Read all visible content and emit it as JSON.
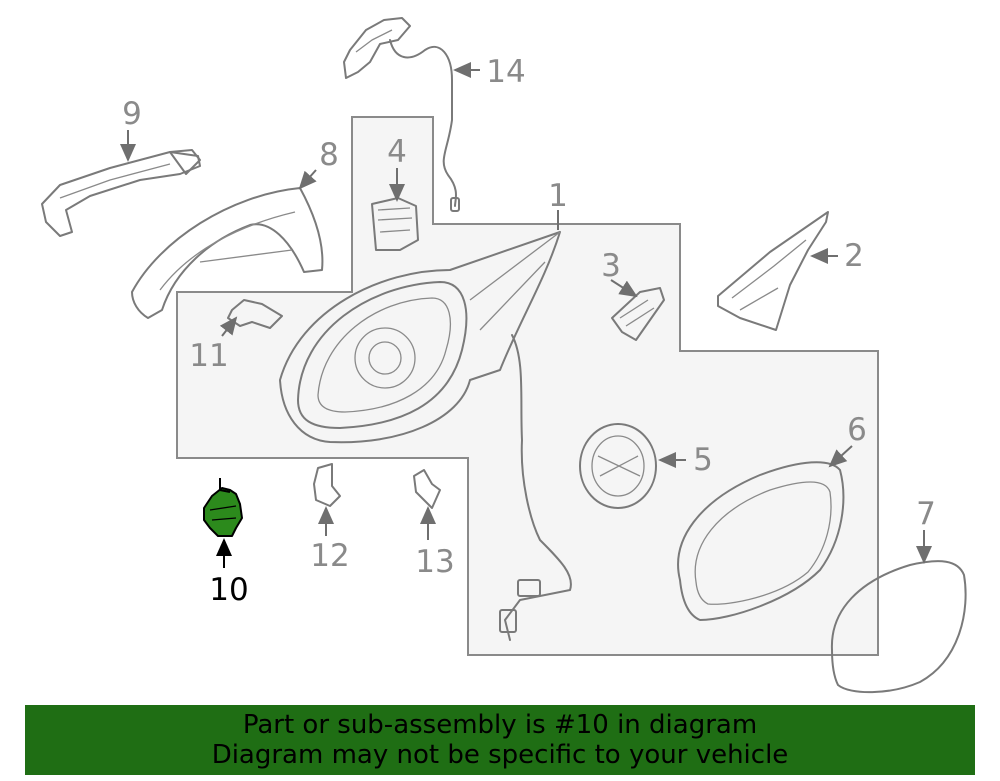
{
  "labels": {
    "n1": "1",
    "n2": "2",
    "n3": "3",
    "n4": "4",
    "n5": "5",
    "n6": "6",
    "n7": "7",
    "n8": "8",
    "n9": "9",
    "n10": "10",
    "n11": "11",
    "n12": "12",
    "n13": "13",
    "n14": "14"
  },
  "highlight_part": "10",
  "colors": {
    "highlight_fill": "#2c8a1c",
    "banner_bg": "#1f6e14",
    "region_fill": "#f5f5f5",
    "line": "#7a7a7a"
  },
  "banner": {
    "line1": "Part or sub-assembly is #10 in diagram",
    "line2": "Diagram may not be specific to your vehicle"
  }
}
